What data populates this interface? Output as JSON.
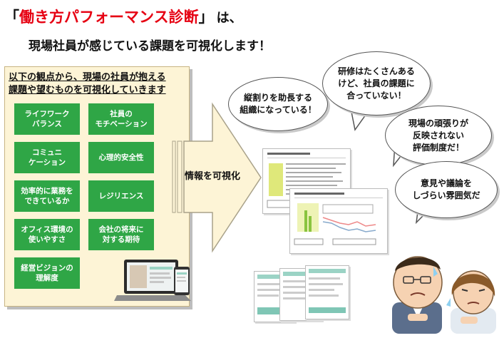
{
  "header": {
    "open_quote": "「",
    "title": "働き方パフォーマンス診断",
    "close_quote": "」",
    "particle": "は、",
    "subtitle": "現場社員が感じている課題を可視化します！"
  },
  "panel": {
    "intro_line1": "以下の観点から、現場の社員が抱える",
    "intro_line2": "課題や望むものを可視化していきます",
    "tiles": [
      "ライフワーク\nバランス",
      "社員の\nモチベーション",
      "コミュニ\nケーション",
      "心理的安全性",
      "効率的に業務を\nできているか",
      "レジリエンス",
      "オフィス環境の\n使いやすさ",
      "会社の将来に\n対する期待",
      "経営ビジョンの\n理解度"
    ]
  },
  "arrow": {
    "label": "情報を可視化"
  },
  "bubbles": [
    "縦割りを助長する\n組織になっている！",
    "研修はたくさんある\nけど、社員の課題に\n合っていない！",
    "現場の頑張りが\n反映されない\n評価制度だ！",
    "意見や議論を\nしづらい雰囲気だ"
  ],
  "colors": {
    "title_red": "#e60012",
    "tile_green": "#2fa646",
    "panel_bg": "#fdf4d6",
    "arrow_bg": "#fdf4d6"
  }
}
